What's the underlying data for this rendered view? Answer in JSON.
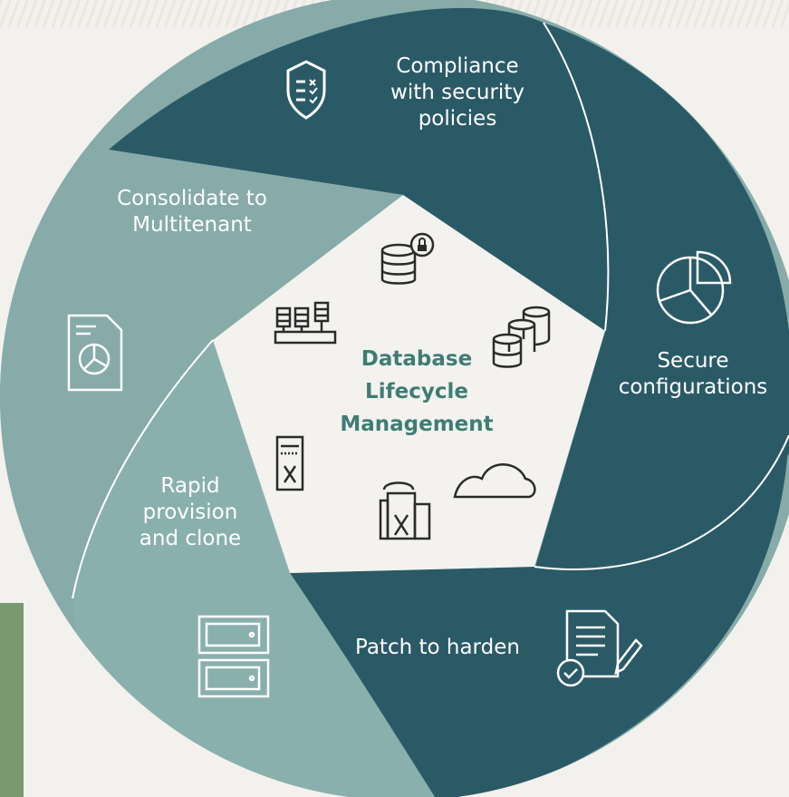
{
  "center": {
    "line1": "Database",
    "line2": "Lifecycle",
    "line3": "Management"
  },
  "segments": {
    "compliance": [
      "Compliance",
      "with security",
      "policies"
    ],
    "secure": [
      "Secure",
      "configurations"
    ],
    "patch": "Patch to harden",
    "provision": [
      "Rapid",
      "provision",
      "and clone"
    ],
    "consolidate": [
      "Consolidate to",
      "Multitenant"
    ]
  },
  "colors": {
    "dark_teal": "#2b5a67",
    "light_sage": "#86aba9",
    "center_fill": "#f3f2ef",
    "center_text": "#3f7d74",
    "accent_green": "#7a9a72"
  },
  "icons": [
    "shield-checklist-icon",
    "pie-chart-icon",
    "document-pen-icon",
    "server-rack-icon",
    "report-chart-icon",
    "database-lock-icon",
    "database-stack-icon",
    "database-network-icon",
    "server-x-icon",
    "building-x-icon",
    "cloud-icon"
  ]
}
